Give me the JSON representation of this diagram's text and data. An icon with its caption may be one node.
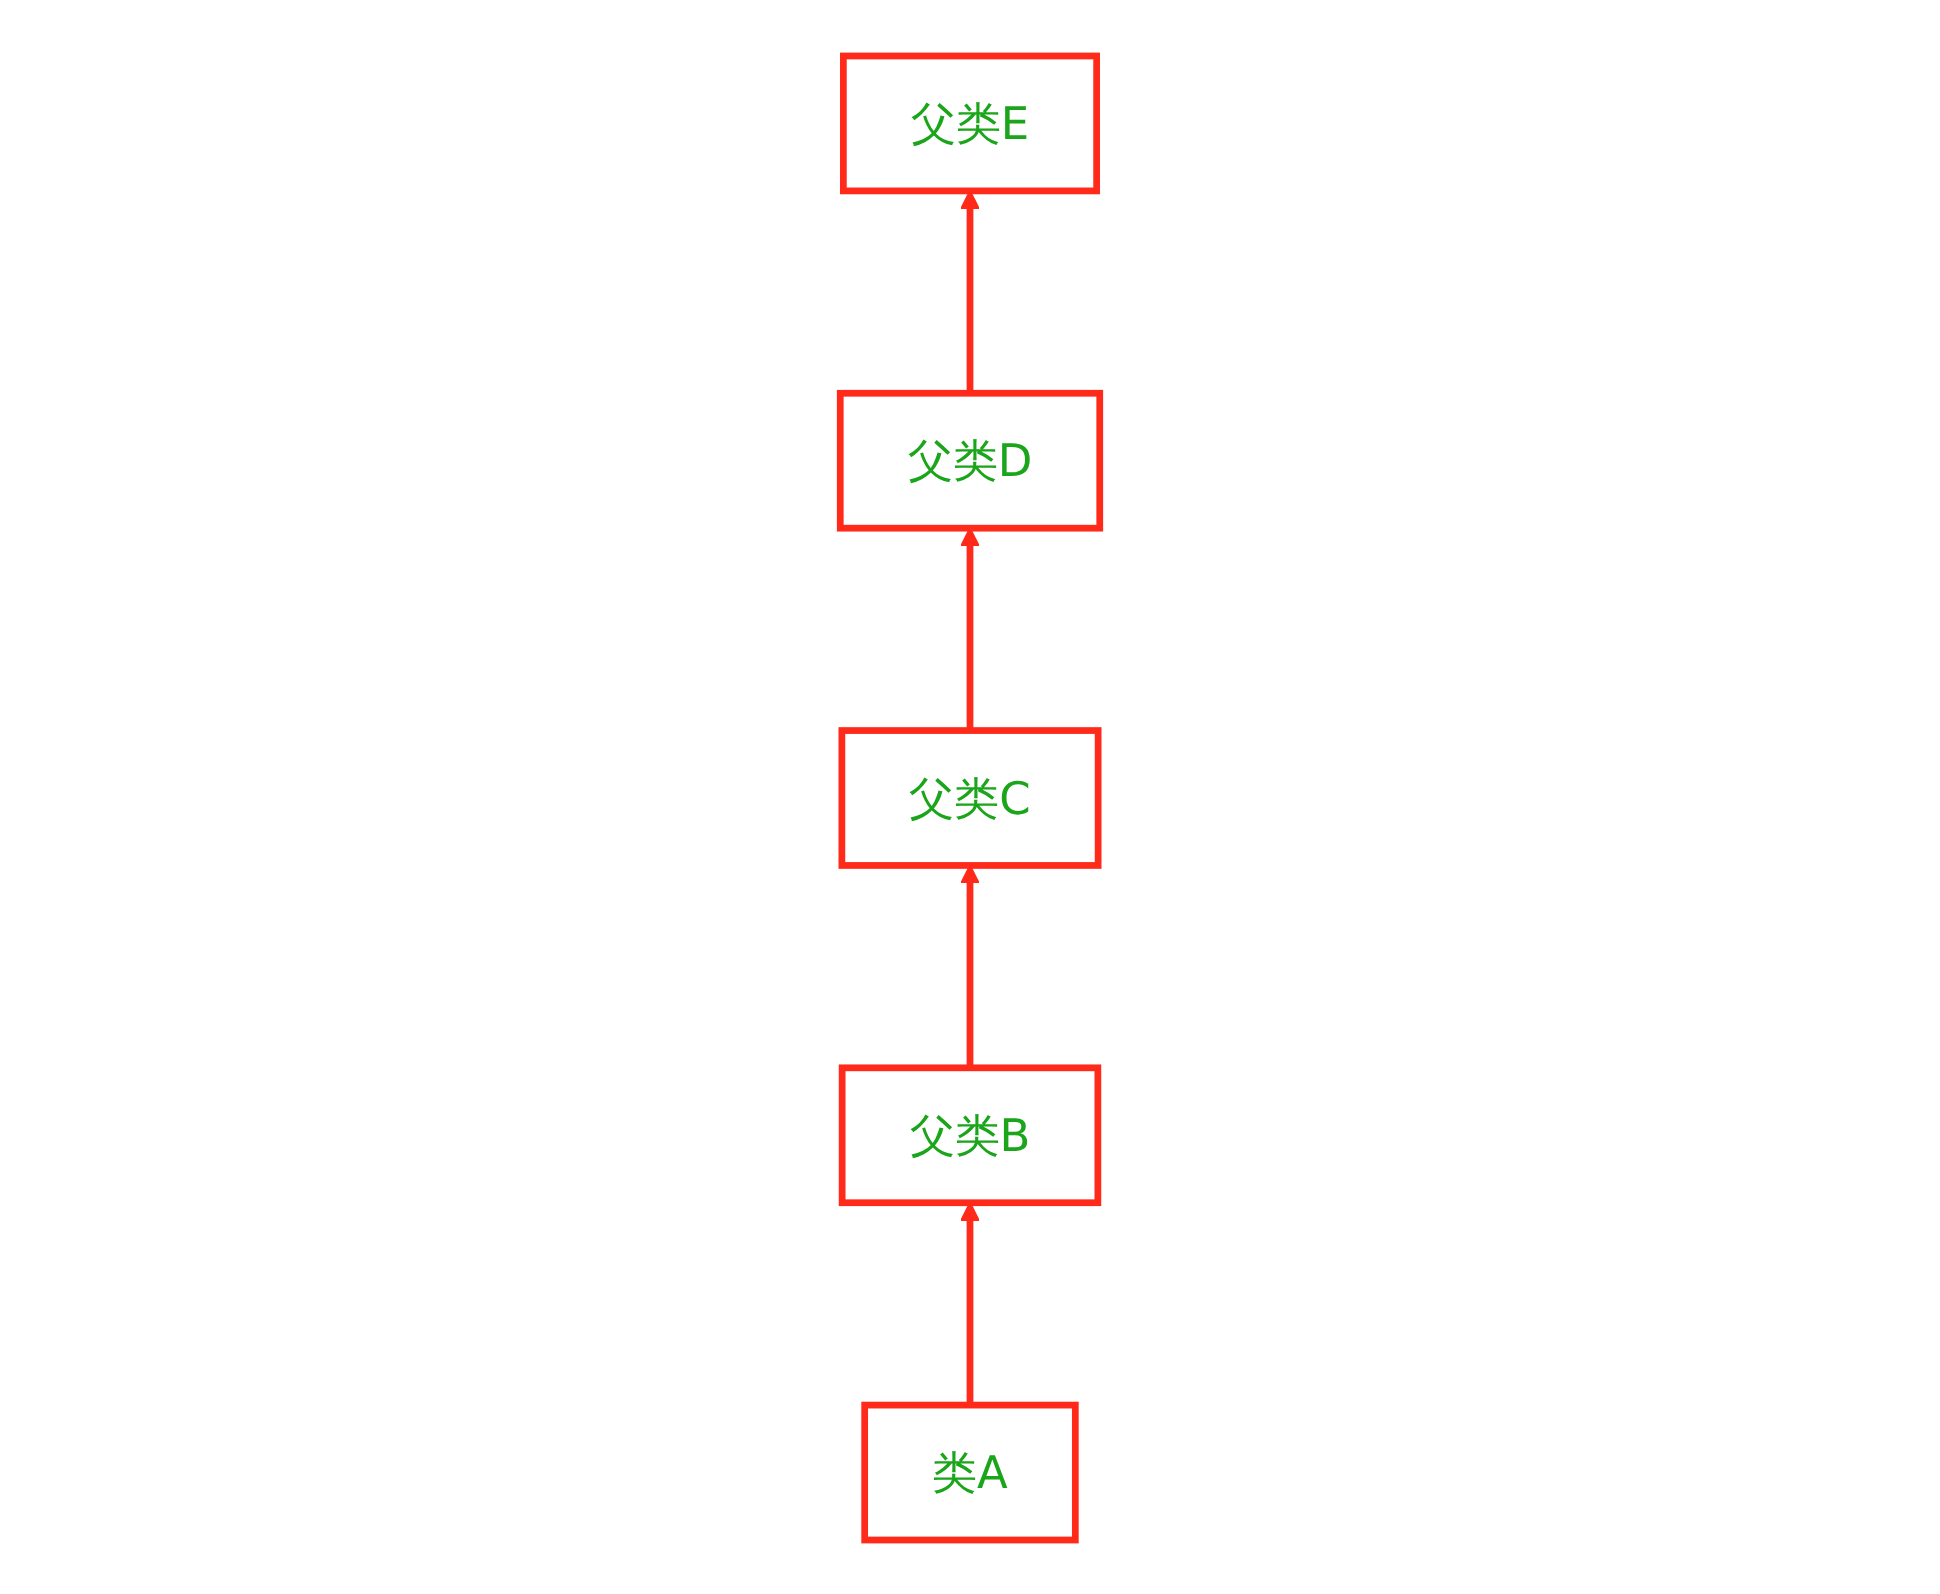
{
  "diagram": {
    "nodes": [
      {
        "text": [
          "父类C"
        ]
      },
      {
        "text": [
          "父类E"
        ]
      },
      {
        "text": [
          "父类B"
        ]
      },
      {
        "text": [
          "父类D"
        ]
      },
      {
        "text": [
          "类A"
        ]
      }
    ],
    "edges": [
      {
        "from": 4,
        "to": 2,
        "arrow": "to"
      },
      {
        "from": 2,
        "to": 0,
        "arrow": "to"
      },
      {
        "from": 0,
        "to": 3,
        "arrow": "to"
      },
      {
        "from": 3,
        "to": 1,
        "arrow": "to"
      }
    ]
  }
}
